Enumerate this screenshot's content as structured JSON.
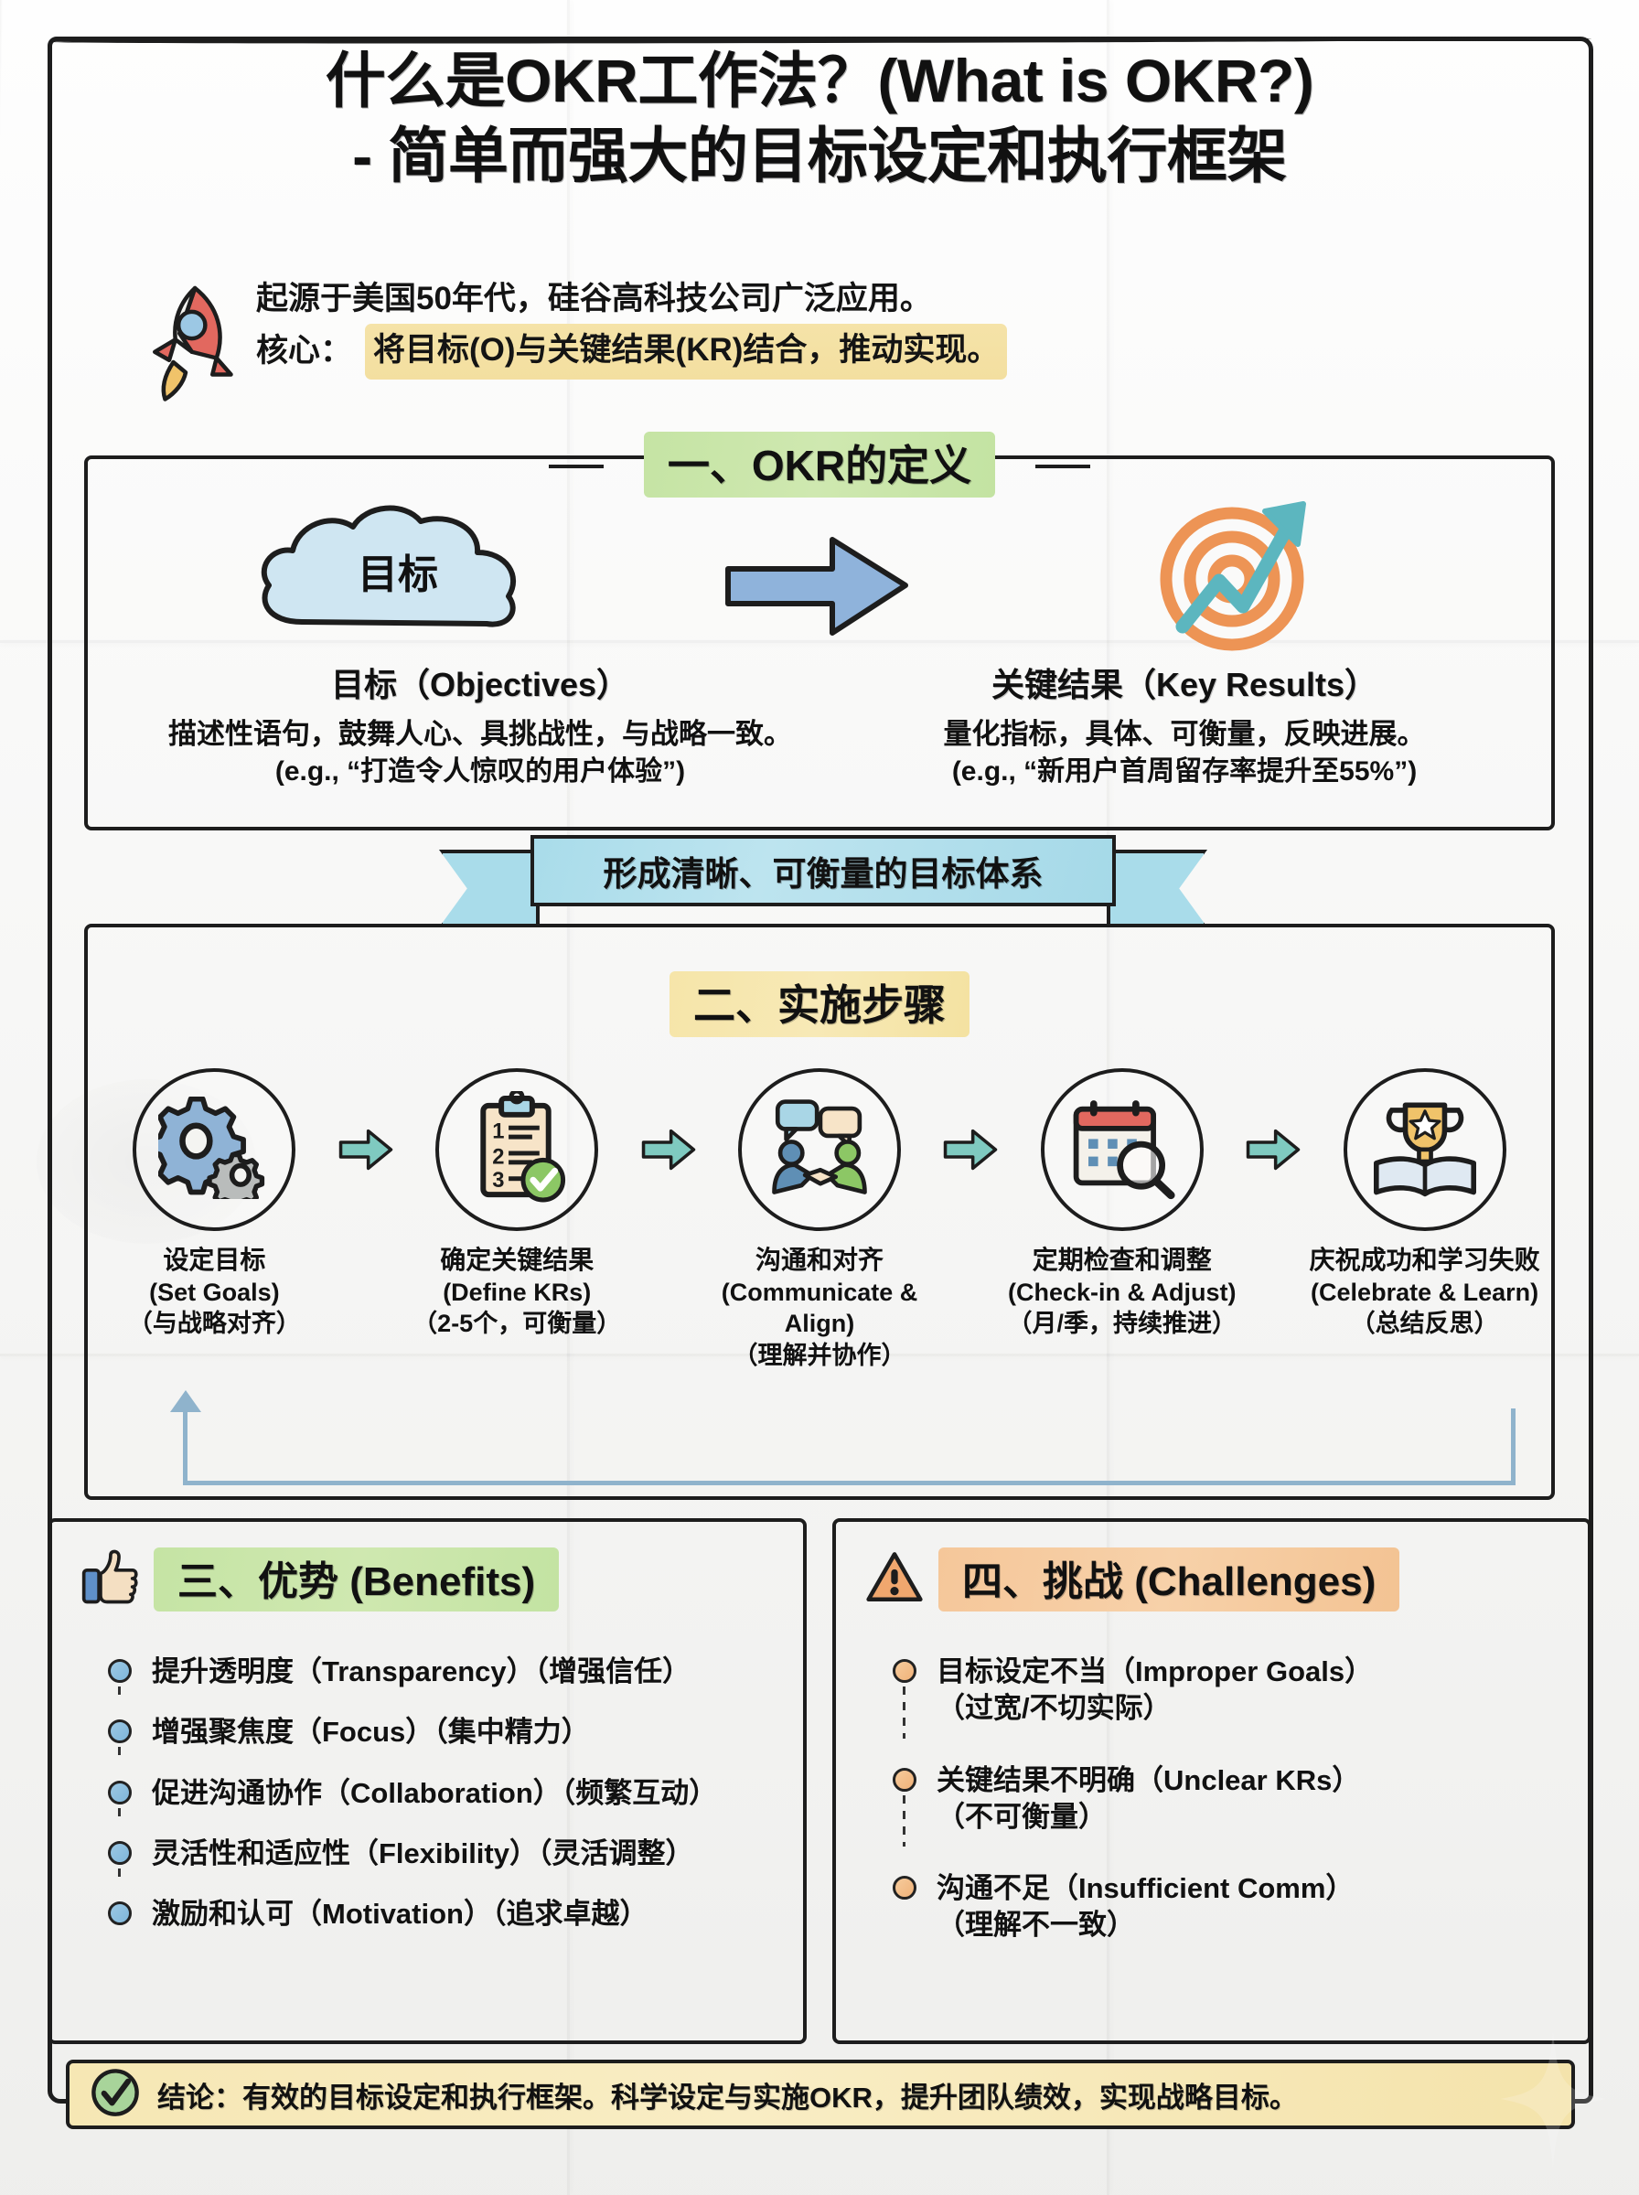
{
  "title": {
    "line1": "什么是OKR工作法？(What is OKR?)",
    "line2": "- 简单而强大的目标设定和执行框架"
  },
  "intro": {
    "icon": "rocket-icon",
    "line1": "起源于美国50年代，硅谷高科技公司广泛应用。",
    "line2_prefix": "核心：",
    "line2_highlight": "将目标(O)与关键结果(KR)结合，推动实现。"
  },
  "section1": {
    "heading": "一、OKR的定义",
    "heading_highlight": "#c5e4a4",
    "objective": {
      "icon": "cloud-icon",
      "cloud_label": "目标",
      "caption": "目标（Objectives）",
      "detail": "描述性语句，鼓舞人心、具挑战性，与战略一致。",
      "example": "(e.g., “打造令人惊叹的用户体验”)"
    },
    "arrow_icon": "right-arrow-icon",
    "key_results": {
      "icon": "target-growth-icon",
      "caption": "关键结果（Key Results）",
      "detail": "量化指标，具体、可衡量，反映进展。",
      "example": "(e.g., “新用户首周留存率提升至55%”)"
    },
    "ribbon": "形成清晰、可衡量的目标体系"
  },
  "section2": {
    "heading": "二、实施步骤",
    "heading_highlight": "#f6e5a9",
    "steps": [
      {
        "icon": "gears-icon",
        "cn": "设定目标",
        "en": "(Set Goals)",
        "note": "（与战略对齐）"
      },
      {
        "icon": "clipboard-check-icon",
        "cn": "确定关键结果",
        "en": "(Define KRs)",
        "note": "（2-5个，可衡量）"
      },
      {
        "icon": "handshake-chat-icon",
        "cn": "沟通和对齐",
        "en": "(Communicate & Align)",
        "note": "（理解并协作）"
      },
      {
        "icon": "calendar-search-icon",
        "cn": "定期检查和调整",
        "en": "(Check-in & Adjust)",
        "note": "（月/季，持续推进）"
      },
      {
        "icon": "trophy-book-icon",
        "cn": "庆祝成功和学习失败",
        "en": "(Celebrate & Learn)",
        "note": "（总结反思）"
      }
    ],
    "loop_icon": "feedback-loop-arrow"
  },
  "section3": {
    "icon": "thumbs-up-icon",
    "heading": "三、优势 (Benefits)",
    "heading_highlight": "#c5e4a4",
    "items": [
      {
        "text": "提升透明度（Transparency）（增强信任）",
        "sub": ""
      },
      {
        "text": "增强聚焦度（Focus）（集中精力）",
        "sub": ""
      },
      {
        "text": "促进沟通协作（Collaboration）（频繁互动）",
        "sub": ""
      },
      {
        "text": "灵活性和适应性（Flexibility）（灵活调整）",
        "sub": ""
      },
      {
        "text": "激励和认可（Motivation）（追求卓越）",
        "sub": ""
      }
    ]
  },
  "section4": {
    "icon": "warning-triangle-icon",
    "heading": "四、挑战 (Challenges)",
    "heading_highlight": "#f5c79a",
    "items": [
      {
        "text": "目标设定不当（Improper Goals）",
        "sub": "（过宽/不切实际）"
      },
      {
        "text": "关键结果不明确（Unclear KRs）",
        "sub": "（不可衡量）"
      },
      {
        "text": "沟通不足（Insufficient Comm）",
        "sub": "（理解不一致）"
      }
    ]
  },
  "conclusion": {
    "icon": "check-circle-icon",
    "text": "结论：有效的目标设定和执行框架。科学设定与实施OKR，提升团队绩效，实现战略目标。",
    "background": "#f6e7b4"
  }
}
